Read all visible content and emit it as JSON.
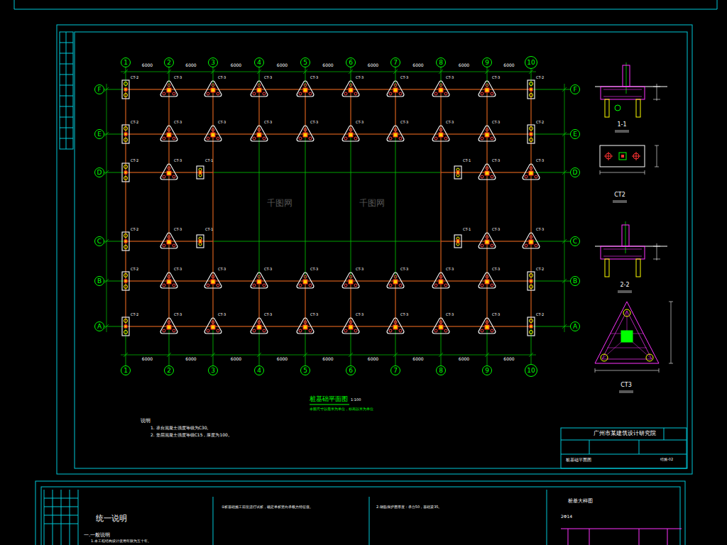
{
  "diagram": {
    "title": "桩基础平面图",
    "nodes": [
      {
        "text": [
          "1"
        ]
      },
      {
        "text": [
          "2"
        ]
      },
      {
        "text": [
          "3"
        ]
      },
      {
        "text": [
          "4"
        ]
      },
      {
        "text": [
          "5"
        ]
      },
      {
        "text": [
          "6"
        ]
      },
      {
        "text": [
          "7"
        ]
      },
      {
        "text": [
          "8"
        ]
      },
      {
        "text": [
          "9"
        ]
      },
      {
        "text": [
          "10"
        ]
      },
      {
        "text": [
          "F"
        ]
      },
      {
        "text": [
          "F"
        ]
      },
      {
        "text": [
          "E"
        ]
      },
      {
        "text": [
          "E"
        ]
      },
      {
        "text": [
          "D"
        ]
      },
      {
        "text": [
          "D"
        ]
      },
      {
        "text": [
          "C"
        ]
      },
      {
        "text": [
          "C"
        ]
      },
      {
        "text": [
          "B"
        ]
      },
      {
        "text": [
          "B"
        ]
      },
      {
        "text": [
          "A"
        ]
      },
      {
        "text": [
          "A"
        ]
      },
      {
        "text": [
          "1"
        ]
      },
      {
        "text": [
          "2"
        ]
      },
      {
        "text": [
          "3"
        ]
      },
      {
        "text": [
          "4"
        ]
      },
      {
        "text": [
          "5"
        ]
      },
      {
        "text": [
          "6"
        ]
      },
      {
        "text": [
          "7"
        ]
      },
      {
        "text": [
          "8"
        ]
      },
      {
        "text": [
          "9"
        ]
      },
      {
        "text": [
          "10"
        ]
      }
    ],
    "edges": [
      {
        "from": 0,
        "to": 22,
        "arrow": "none"
      },
      {
        "from": 1,
        "to": 23,
        "arrow": "none"
      },
      {
        "from": 2,
        "to": 24,
        "arrow": "none"
      },
      {
        "from": 3,
        "to": 25,
        "arrow": "none"
      },
      {
        "from": 4,
        "to": 26,
        "arrow": "none"
      },
      {
        "from": 5,
        "to": 27,
        "arrow": "none"
      },
      {
        "from": 6,
        "to": 28,
        "arrow": "none"
      },
      {
        "from": 7,
        "to": 29,
        "arrow": "none"
      },
      {
        "from": 8,
        "to": 30,
        "arrow": "none"
      },
      {
        "from": 9,
        "to": 31,
        "arrow": "none"
      },
      {
        "from": 10,
        "to": 11,
        "arrow": "none"
      },
      {
        "from": 12,
        "to": 13,
        "arrow": "none"
      },
      {
        "from": 14,
        "to": 15,
        "arrow": "none"
      },
      {
        "from": 16,
        "to": 17,
        "arrow": "none"
      },
      {
        "from": 18,
        "to": 19,
        "arrow": "none"
      },
      {
        "from": 20,
        "to": 21,
        "arrow": "none"
      }
    ],
    "labels": [
      "CT-2",
      "CT-3",
      "CT-3",
      "CT-3",
      "CT-3",
      "CT-3",
      "CT-3",
      "CT-3",
      "CT-3",
      "CT-2",
      "CT-2",
      "CT-3",
      "CT-3",
      "CT-3",
      "CT-3",
      "CT-3",
      "CT-3",
      "CT-3",
      "CT-3",
      "CT-2",
      "CT-2",
      "CT-3",
      "CT-1",
      "CT-1",
      "CT-3",
      "CT-3",
      "CT-2",
      "CT-3",
      "CT-1",
      "CT-1",
      "CT-3",
      "CT-3",
      "CT-2",
      "CT-3",
      "CT-3",
      "CT-3",
      "CT-3",
      "CT-3",
      "CT-3",
      "CT-3",
      "CT-3",
      "CT-2",
      "CT-2",
      "CT-3",
      "CT-3",
      "CT-3",
      "CT-3",
      "CT-3",
      "CT-3",
      "CT-3",
      "CT-3",
      "CT-2",
      "6000",
      "6000",
      "6000",
      "6000",
      "6000",
      "6000",
      "6000",
      "6000",
      "6000",
      "6000",
      "6000",
      "6000",
      "6000",
      "6000",
      "6000",
      "6000",
      "6000",
      "6000",
      "1:100",
      "说明",
      "1. 承台混凝土强度等级为C30。",
      "2. 垫层混凝土强度等级C15，厚度为100。",
      "1-1",
      "CT2",
      "2-2",
      "CT3",
      "广州市某建筑设计研究院",
      "桩基础平面图",
      "结施-02",
      "统一说明",
      "一.一般说明",
      "1.本工程结构设计使用年限为五十年。",
      "①桩基础施工前应进行试桩，确定单桩竖向承载力特征值。",
      "2.钢筋保护层厚度：承台50，基础梁35。",
      "桩基大样图",
      "2Φ14",
      "千图网",
      "千图网",
      "本图尺寸以毫米为单位，标高以米为单位"
    ]
  }
}
